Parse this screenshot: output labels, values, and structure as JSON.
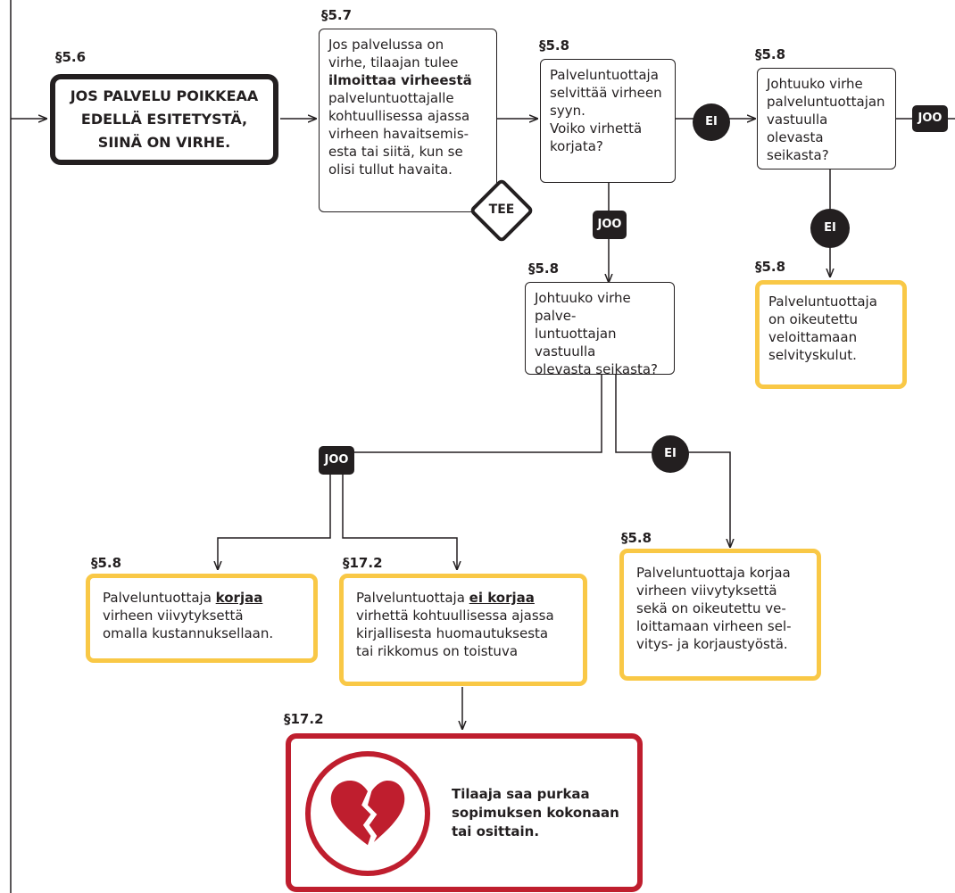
{
  "section_labels": {
    "s1": "§5.6",
    "s2": "§5.7",
    "s3": "§5.8",
    "s4": "§5.8",
    "s5": "§5.8",
    "s6": "§5.8",
    "s7": "§5.8",
    "s8": "§17.2",
    "s9": "§5.8",
    "s10": "§17.2"
  },
  "start_box": {
    "line1": "JOS PALVELU POIKKEAA",
    "line2": "EDELLÄ ESITETYSTÄ,",
    "line3": "SIINÄ ON VIRHE."
  },
  "notify_box": {
    "line1": "Jos palvelussa on",
    "line2": "virhe, tilaajan tulee",
    "line3_bold": "ilmoittaa virheestä",
    "line4": "palveluntuottajalle",
    "line5": "kohtuullisessa ajassa",
    "line6": "virheen havaitsemis-",
    "line7": "esta tai siitä, kun se",
    "line8": "olisi tullut havaita."
  },
  "tee_label": "TEE",
  "investigate_box": {
    "line1": "Palveluntuottaja",
    "line2": "selvittää virheen",
    "line3": "syyn.",
    "line4": "Voiko virhettä",
    "line5": "korjata?"
  },
  "cause_box_right": {
    "line1": "Johtuuko virhe",
    "line2": "palveluntuottajan",
    "line3": "vastuulla olevasta",
    "line4": "seikasta?"
  },
  "cause_box_center": {
    "line1": "Johtuuko virhe palve-",
    "line2": "luntuottajan vastuulla",
    "line3": "olevasta seikasta?"
  },
  "charge_box": {
    "line1": "Palveluntuottaja",
    "line2": "on oikeutettu",
    "line3": "veloittamaan",
    "line4": "selvityskulut."
  },
  "fix_own_box": {
    "line1_pre": "Palveluntuottaja ",
    "line1_u": "korjaa",
    "line2": "virheen viivytyksettä",
    "line3": "omalla kustannuksellaan."
  },
  "no_fix_box": {
    "line1_pre": "Palveluntuottaja ",
    "line1_u": "ei korjaa",
    "line2": "virhettä kohtuullisessa ajassa",
    "line3": "kirjallisesta huomautuksesta",
    "line4": "tai rikkomus on toistuva"
  },
  "fix_charge_box": {
    "line1": "Palveluntuottaja korjaa",
    "line2": "virheen viivytyksettä",
    "line3": "sekä on oikeutettu ve-",
    "line4": "loittamaan virheen sel-",
    "line5": "vitys- ja korjaustyöstä."
  },
  "terminate_box": {
    "line1": "Tilaaja saa purkaa",
    "line2": "sopimuksen kokonaan",
    "line3": "tai osittain."
  },
  "decisions": {
    "ei_1": "EI",
    "joo_right": "JOO",
    "joo_down": "JOO",
    "ei_2": "EI",
    "joo_left": "JOO",
    "ei_3": "EI"
  },
  "colors": {
    "ink": "#231f20",
    "yellow": "#f9c846",
    "red": "#bf1e2e"
  }
}
